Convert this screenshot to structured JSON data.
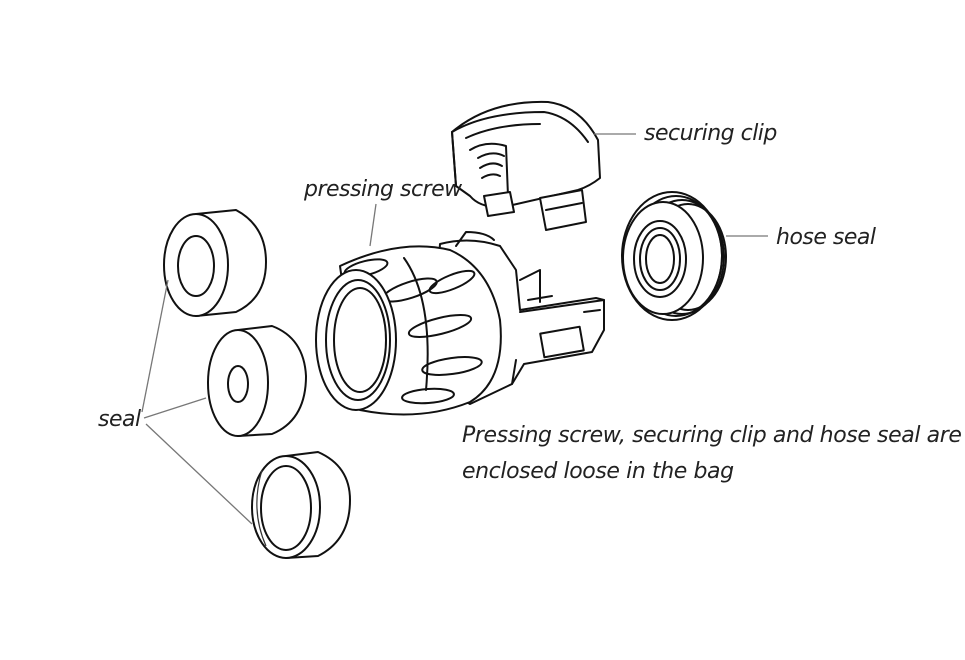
{
  "labels": {
    "securing_clip": "securing clip",
    "pressing_screw": "pressing screw",
    "hose_seal": "hose seal",
    "seal": "seal"
  },
  "note": {
    "line1": "Pressing screw, securing clip and hose seal are",
    "line2": "enclosed loose in the bag"
  },
  "colors": {
    "line": "#111111",
    "text": "#222222",
    "background": "#ffffff"
  }
}
